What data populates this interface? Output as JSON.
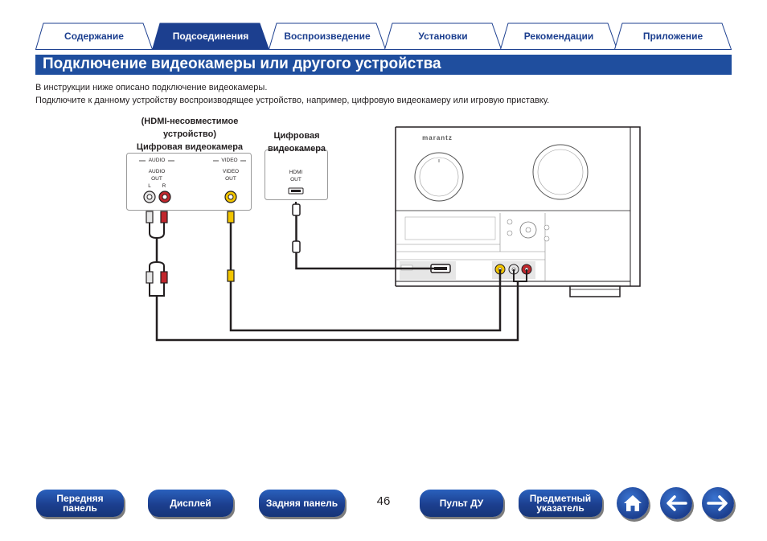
{
  "tabs": [
    {
      "label": "Содержание",
      "active": false
    },
    {
      "label": "Подсоединения",
      "active": true
    },
    {
      "label": "Воспроизведение",
      "active": false
    },
    {
      "label": "Установки",
      "active": false
    },
    {
      "label": "Рекомендации",
      "active": false
    },
    {
      "label": "Приложение",
      "active": false
    }
  ],
  "title": "Подключение видеокамеры или другого устройства",
  "intro": [
    "В инструкции ниже описано подключение видеокамеры.",
    "Подключите к данному устройству воспроизводящее устройство, например, цифровую видеокамеру или игровую приставку."
  ],
  "diagram": {
    "camera1": {
      "label_line1": "(HDMI-несовместимое",
      "label_line2": "устройство)",
      "label_line3": "Цифровая видеокамера",
      "audio_header": "AUDIO",
      "video_header": "VIDEO",
      "audio_out_line1": "AUDIO",
      "audio_out_line2": "OUT",
      "audio_l": "L",
      "audio_r": "R",
      "video_out_line1": "VIDEO",
      "video_out_line2": "OUT"
    },
    "camera2": {
      "label_line1": "Цифровая",
      "label_line2": "видеокамера",
      "hdmi_line1": "HDMI",
      "hdmi_line2": "OUT"
    },
    "receiver_brand": "marantz",
    "colors": {
      "audio_white": "#d9d9d9",
      "audio_red": "#c1272d",
      "video_yellow": "#f2c500"
    }
  },
  "page_number": "46",
  "nav": {
    "front_panel": [
      "Передняя",
      "панель"
    ],
    "display": "Дисплей",
    "rear_panel": "Задняя панель",
    "remote": "Пульт ДУ",
    "index": [
      "Предметный",
      "указатель"
    ],
    "icons": [
      "home-icon",
      "arrow-left-icon",
      "arrow-right-icon"
    ]
  }
}
